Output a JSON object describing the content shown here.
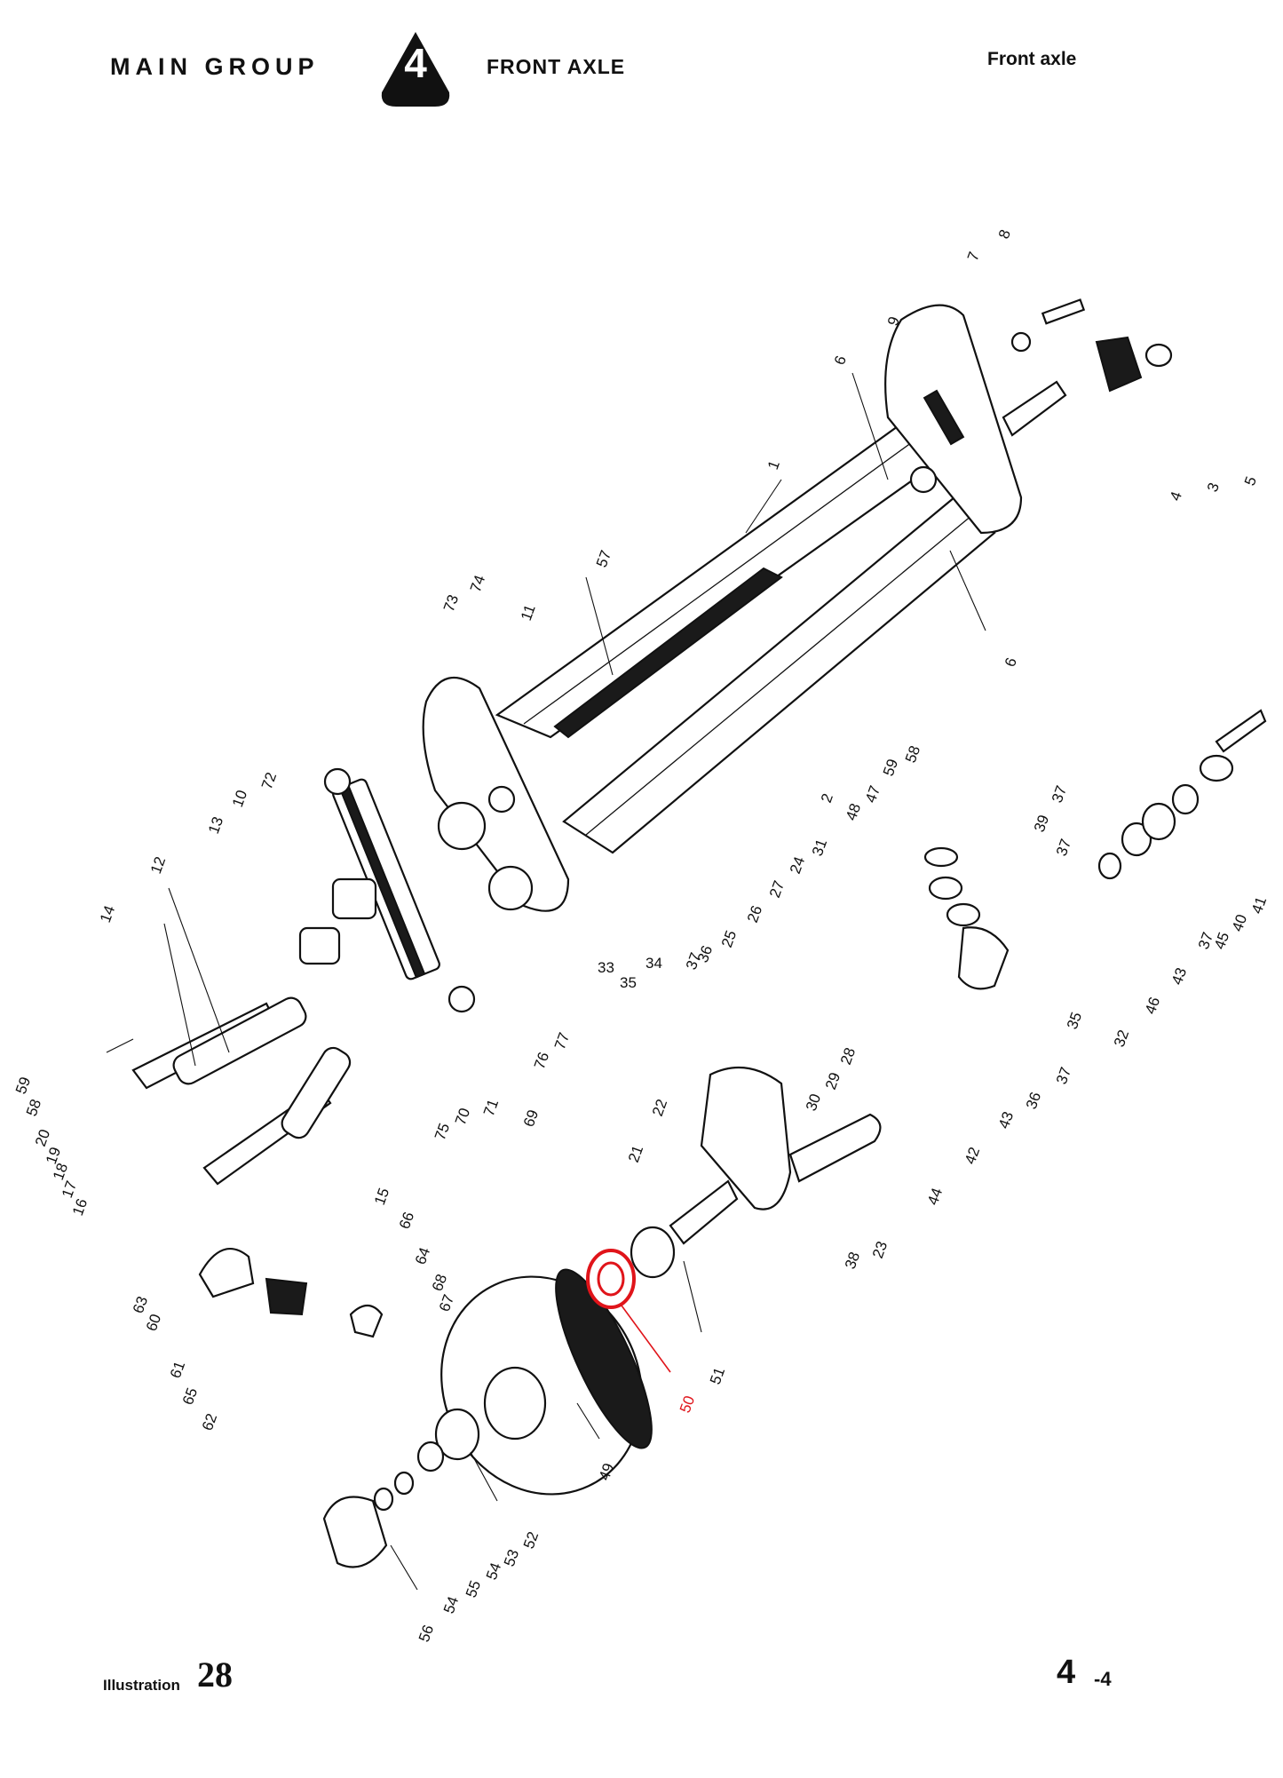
{
  "header": {
    "main_group": "MAIN GROUP",
    "group_number": "4",
    "section_title": "FRONT AXLE",
    "right_title": "Front axle"
  },
  "footer": {
    "illustration_word": "Illustration",
    "illustration_number": "28",
    "page_main": "4",
    "page_sub": "-4"
  },
  "highlight_color": "#e0141a",
  "highlighted_part": "50",
  "callouts": [
    "1",
    "2",
    "3",
    "4",
    "5",
    "6",
    "6",
    "7",
    "8",
    "9",
    "10",
    "11",
    "12",
    "13",
    "14",
    "15",
    "16",
    "17",
    "18",
    "19",
    "20",
    "21",
    "22",
    "23",
    "24",
    "25",
    "26",
    "27",
    "28",
    "29",
    "30",
    "31",
    "32",
    "33",
    "34",
    "35",
    "35",
    "36",
    "36",
    "37",
    "37",
    "37",
    "37",
    "37",
    "38",
    "39",
    "40",
    "41",
    "42",
    "43",
    "43",
    "44",
    "45",
    "46",
    "47",
    "48",
    "49",
    "50",
    "51",
    "52",
    "53",
    "54",
    "54",
    "55",
    "56",
    "57",
    "58",
    "58",
    "59",
    "59",
    "60",
    "61",
    "62",
    "63",
    "64",
    "65",
    "66",
    "67",
    "68",
    "69",
    "70",
    "71",
    "72",
    "73",
    "74",
    "75",
    "76",
    "77"
  ]
}
